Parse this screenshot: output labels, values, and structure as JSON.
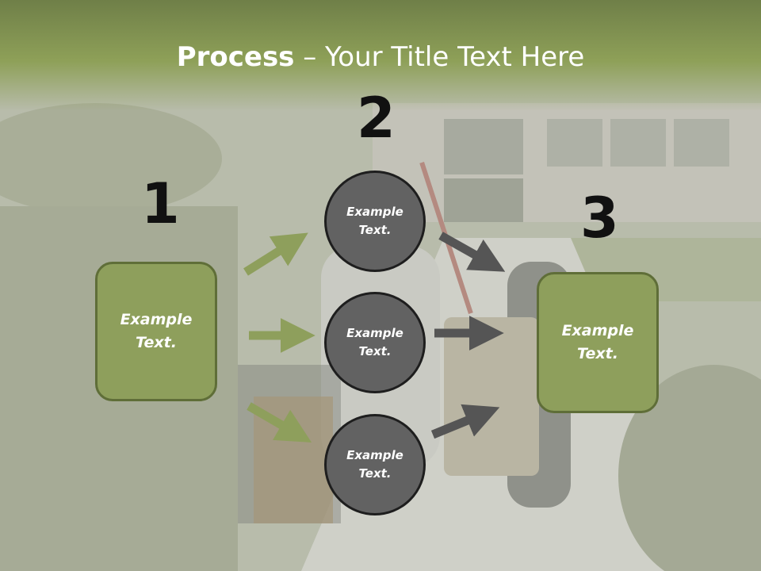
{
  "title": {
    "bold": "Process",
    "rest": " – Your Title Text Here"
  },
  "steps": [
    {
      "number": "1",
      "text": "Example\nText."
    },
    {
      "number": "2"
    },
    {
      "number": "3",
      "text": "Example\nText."
    }
  ],
  "circles": [
    {
      "text": "Example\nText."
    },
    {
      "text": "Example\nText."
    },
    {
      "text": "Example\nText."
    }
  ],
  "colors": {
    "green": "#8e9f5c",
    "green_border": "#5f6e38",
    "circle_fill": "#626262",
    "arrow_green": "#8e9f5c",
    "arrow_gray": "#555555"
  }
}
